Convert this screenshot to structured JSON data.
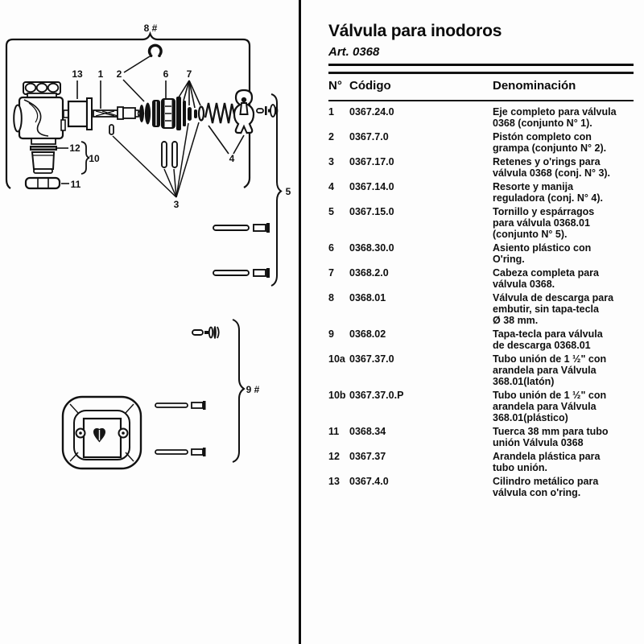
{
  "header": {
    "title": "Válvula para inodoros",
    "article": "Art. 0368"
  },
  "table": {
    "headers": {
      "num": "N°",
      "code": "Código",
      "name": "Denominación"
    },
    "rows": [
      {
        "num": "1",
        "code": "0367.24.0",
        "desc": "Eje completo para válvula\n0368 (conjunto N° 1)."
      },
      {
        "num": "2",
        "code": "0367.7.0",
        "desc": "Pistón completo con\ngrampa (conjunto N° 2)."
      },
      {
        "num": "3",
        "code": "0367.17.0",
        "desc": "Retenes y o'rings para\nválvula 0368 (conj. N° 3)."
      },
      {
        "num": "4",
        "code": "0367.14.0",
        "desc": "Resorte y manija\nreguladora (conj. N° 4)."
      },
      {
        "num": "5",
        "code": "0367.15.0",
        "desc": "Tornillo y espárragos\npara válvula 0368.01\n(conjunto N° 5)."
      },
      {
        "num": "6",
        "code": "0368.30.0",
        "desc": "Asiento plástico con\nO'ring."
      },
      {
        "num": "7",
        "code": "0368.2.0",
        "desc": "Cabeza completa para\nválvula 0368."
      },
      {
        "num": "8",
        "code": "0368.01",
        "desc": "Válvula de descarga para\nembutir, sin tapa-tecla\nØ 38 mm."
      },
      {
        "num": "9",
        "code": "0368.02",
        "desc": "Tapa-tecla para válvula\nde descarga 0368.01"
      },
      {
        "num": "10a",
        "code": "0367.37.0",
        "desc": "Tubo unión de 1 ½\" con\narandela para Válvula\n368.01(latón)"
      },
      {
        "num": "10b",
        "code": "0367.37.0.P",
        "desc": "Tubo unión de 1 ½\" con\narandela para Válvula\n368.01(plástico)"
      },
      {
        "num": "11",
        "code": "0368.34",
        "desc": "Tuerca 38 mm para tubo\nunión Válvula 0368"
      },
      {
        "num": "12",
        "code": "0367.37",
        "desc": "Arandela plástica para\ntubo unión."
      },
      {
        "num": "13",
        "code": "0367.4.0",
        "desc": "Cilindro metálico para\nválvula con o'ring."
      }
    ]
  },
  "diagram": {
    "labels": {
      "group8": "8 #",
      "part13": "13",
      "part1": "1",
      "part2": "2",
      "part6": "6",
      "part7": "7",
      "part4": "4",
      "part3": "3",
      "part5": "5",
      "part12": "12",
      "part10": "10",
      "part11": "11",
      "group9": "9 #"
    },
    "colors": {
      "ink": "#111111",
      "paper": "#fdfdfd"
    }
  }
}
